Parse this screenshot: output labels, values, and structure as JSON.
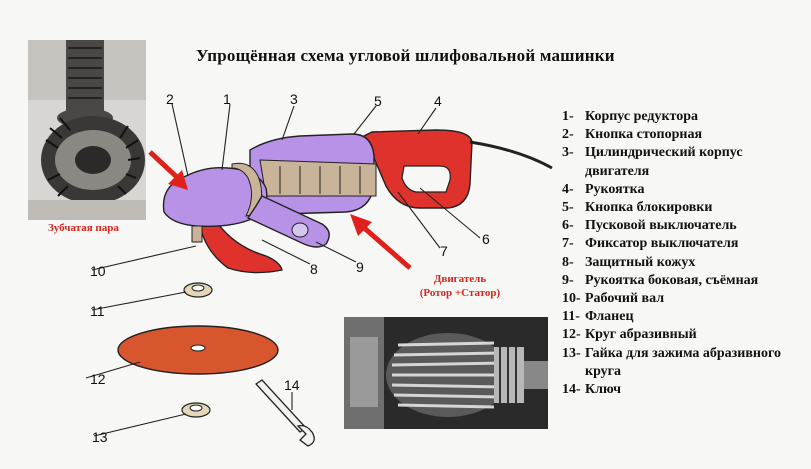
{
  "title": "Упрощённая схема угловой шлифовальной машинки",
  "captions": {
    "gears": "Зубчатая пара",
    "motor_line1": "Двигатель",
    "motor_line2": "(Ротор +Статор)"
  },
  "callouts": [
    "1",
    "2",
    "3",
    "5",
    "4",
    "6",
    "7",
    "8",
    "9",
    "10",
    "11",
    "12",
    "13",
    "14"
  ],
  "legend": [
    {
      "num": "1-",
      "text": "Корпус редуктора"
    },
    {
      "num": "2-",
      "text": "Кнопка стопорная"
    },
    {
      "num": "3-",
      "text": "Цилиндрический корпус двигателя"
    },
    {
      "num": "4-",
      "text": "Рукоятка"
    },
    {
      "num": "5-",
      "text": "Кнопка блокировки"
    },
    {
      "num": "6-",
      "text": "Пусковой выключатель"
    },
    {
      "num": "7-",
      "text": "Фиксатор выключателя"
    },
    {
      "num": "8-",
      "text": "Защитный кожух"
    },
    {
      "num": "9-",
      "text": "Рукоятка боковая, съёмная"
    },
    {
      "num": "10-",
      "text": "Рабочий вал"
    },
    {
      "num": "11-",
      "text": "Фланец"
    },
    {
      "num": "12-",
      "text": "Круг абразивный"
    },
    {
      "num": "13-",
      "text": "Гайка для зажима абразивного круга"
    },
    {
      "num": "14-",
      "text": "Ключ"
    }
  ],
  "colors": {
    "body": "#b792e6",
    "handle": "#e0322c",
    "guard": "#e0322c",
    "disc": "#d8562e",
    "arrow": "#e0201a",
    "caption": "#d8251f"
  }
}
